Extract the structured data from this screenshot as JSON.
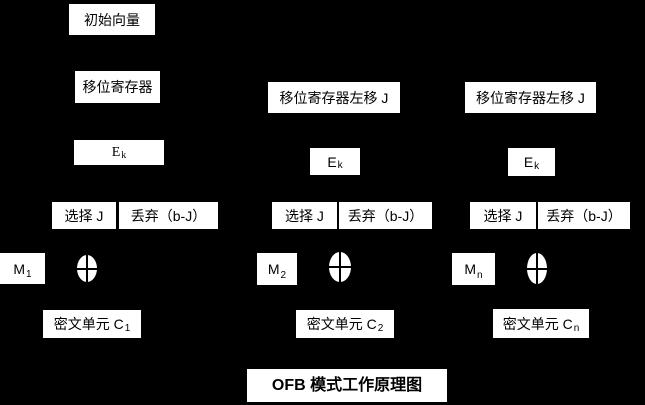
{
  "diagram": {
    "title": "OFB 模式工作原理图",
    "colors": {
      "background": "#000000",
      "box_fill": "#ffffff",
      "text": "#000000"
    },
    "columns": [
      {
        "initial_vector": "初始向量",
        "shift_register": "移位寄存器",
        "cipher_base": "E",
        "cipher_sub": "k",
        "select": "选择 J",
        "discard": "丢弃（b-J）",
        "message_base": "M",
        "message_sub": "1",
        "xor_icon": "xor",
        "cipher_unit_base": "密文单元 C",
        "cipher_unit_sub": "1"
      },
      {
        "shift_register": "移位寄存器左移 J",
        "cipher_base": "E",
        "cipher_sub": "k",
        "select": "选择 J",
        "discard": "丢弃（b-J）",
        "message_base": "M",
        "message_sub": "2",
        "xor_icon": "xor",
        "cipher_unit_base": "密文单元 C",
        "cipher_unit_sub": "2"
      },
      {
        "shift_register": "移位寄存器左移 J",
        "cipher_base": "E",
        "cipher_sub": "k",
        "select": "选择 J",
        "discard": "丢弃（b-J）",
        "message_base": "M",
        "message_sub": "n",
        "xor_icon": "xor",
        "cipher_unit_base": "密文单元 C",
        "cipher_unit_sub": "n"
      }
    ]
  }
}
